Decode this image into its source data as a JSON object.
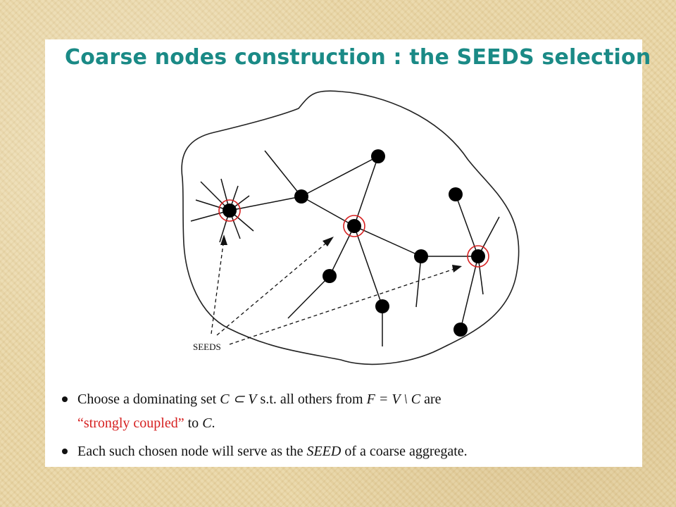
{
  "slide": {
    "title": "Coarse nodes construction : the SEEDS selection",
    "diagram_label": "SEEDS",
    "colors": {
      "title": "#1a8a86",
      "seed_ring": "#d62020",
      "emphasis": "#d62020"
    }
  },
  "bullets": [
    {
      "t1": "Choose a dominating set ",
      "m1": "C ⊂ V",
      "t2": " s.t. all others from ",
      "m2": "F = V \\ C",
      "t3": " are",
      "red": "“strongly coupled”",
      "t4": " to ",
      "m3": "C",
      "t5": "."
    },
    {
      "t1": "Each such chosen node will serve as the ",
      "em": "SEED",
      "t2": " of a coarse aggregate."
    }
  ]
}
